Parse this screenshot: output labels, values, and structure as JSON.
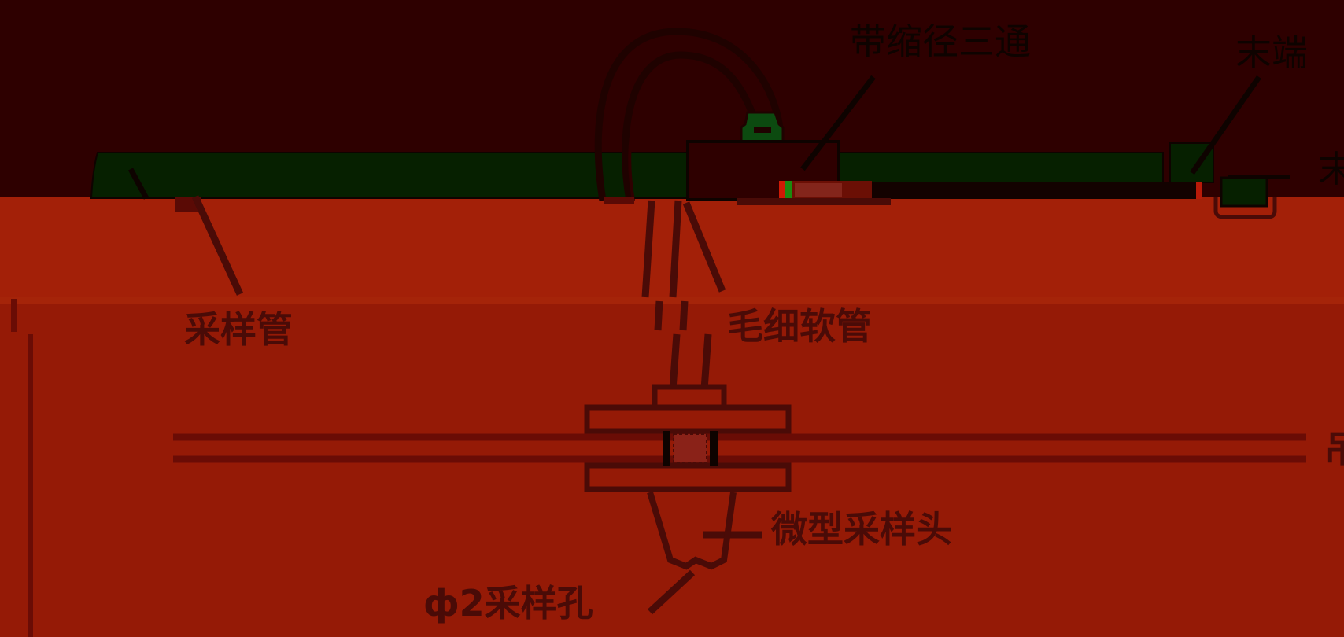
{
  "labels": {
    "tee": "带缩径三通",
    "end_cut": "末端",
    "sampling_tube": "采样管",
    "capillary_hose": "毛细软管",
    "micro_head": "微型采样头",
    "sampling_hole": "ф2采样孔",
    "right_edge": "吊",
    "right_top": "末"
  },
  "colors": {
    "background_top": "#2e0000",
    "body_orange": "#a32008",
    "body_dark_orange": "#951a06",
    "panel_green": "#062000",
    "stroke": "#4a0b07",
    "black": "#0e0300",
    "tee_green": "#0c4a10"
  }
}
